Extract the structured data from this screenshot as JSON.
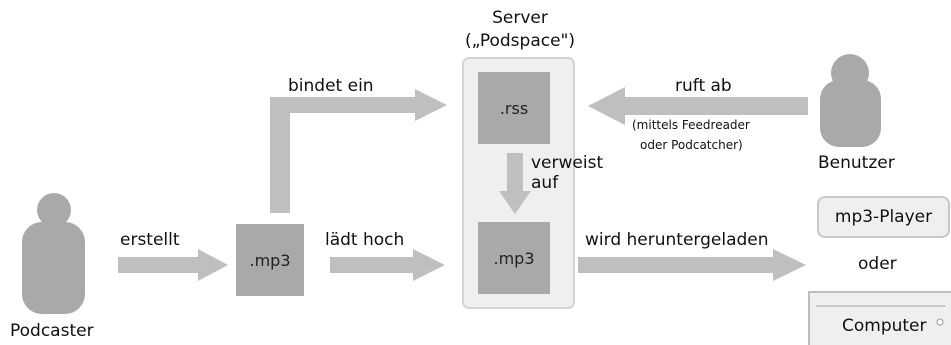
{
  "server": {
    "title": "Server",
    "subtitle": "(„Podspace\")",
    "rss": ".rss",
    "mp3": ".mp3"
  },
  "podcaster": {
    "label": "Podcaster"
  },
  "user": {
    "label": "Benutzer"
  },
  "local_file": {
    "label": ".mp3"
  },
  "arrows": {
    "creates": "erstellt",
    "uploads": "lädt hoch",
    "embeds": "bindet ein",
    "fetches": "ruft ab",
    "fetches_note_1": "(mittels Feedreader",
    "fetches_note_2": "oder Podcatcher)",
    "refers_1": "verweist",
    "refers_2": "auf",
    "downloads": "wird heruntergeladen"
  },
  "targets": {
    "player": "mp3-Player",
    "or": "oder",
    "computer": "Computer"
  },
  "colors": {
    "arrow": "#bfbfbf",
    "box": "#a9a9a9",
    "person": "#a9a9a9",
    "panel": "#efefef",
    "text": "#111111"
  }
}
